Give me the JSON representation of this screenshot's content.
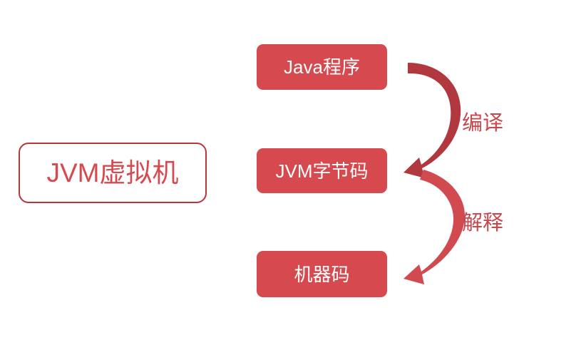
{
  "diagram": {
    "title_box": {
      "label": "JVM虚拟机",
      "border_color": "#b5373c",
      "text_color": "#d6494e",
      "fill_color": "#ffffff"
    },
    "background_color": "#ffffff",
    "accent_color": "#d6494e",
    "arrow_color": "#b0383e",
    "stages": [
      {
        "label": "Java程序",
        "fill": "#d6494e",
        "text_color": "#ffffff"
      },
      {
        "label": "JVM字节码",
        "fill": "#d6494e",
        "text_color": "#ffffff"
      },
      {
        "label": "机器码",
        "fill": "#d6494e",
        "text_color": "#ffffff"
      }
    ],
    "arrows": [
      {
        "label": "编译",
        "from": "Java程序",
        "to": "JVM字节码",
        "text_color": "#c8474c"
      },
      {
        "label": "解释",
        "from": "JVM字节码",
        "to": "机器码",
        "text_color": "#c8474c"
      }
    ]
  }
}
